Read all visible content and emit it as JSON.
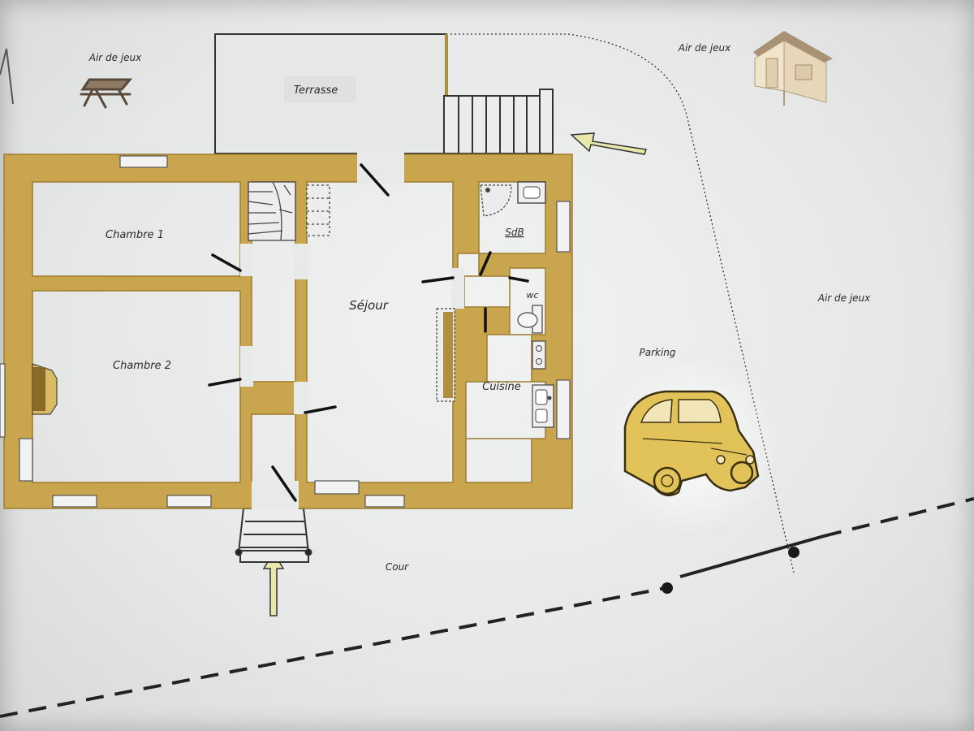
{
  "rooms": {
    "terrasse": "Terrasse",
    "chambre1": "Chambre 1",
    "chambre2": "Chambre 2",
    "sejour": "Séjour",
    "sdb": "SdB",
    "wc": "wc",
    "cuisine": "Cuisine"
  },
  "outdoor": {
    "air_de_jeux_left": "Air de jeux",
    "air_de_jeux_top_right": "Air de jeux",
    "air_de_jeux_right": "Air de jeux",
    "parking": "Parking",
    "cour": "Cour"
  },
  "colors": {
    "wall": "#c9a64d",
    "wall_edge": "#9c7c2e",
    "floor": "#e8e9e9",
    "arrow": "#e7e6a8",
    "car": "#e2c35a"
  },
  "icons": [
    "picnic-table-icon",
    "garden-shed-icon",
    "car-icon",
    "entry-arrow-icon"
  ]
}
